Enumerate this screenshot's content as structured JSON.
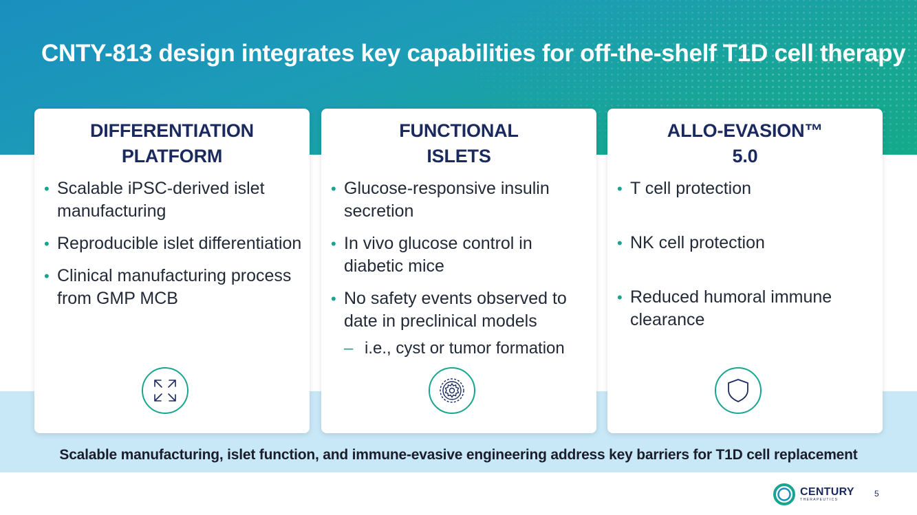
{
  "title": "CNTY-813 design integrates key capabilities for off-the-shelf T1D cell therapy",
  "cards": [
    {
      "title_lines": [
        "DIFFERENTIATION",
        "PLATFORM"
      ],
      "bullets": [
        "Scalable iPSC-derived islet manufacturing",
        "Reproducible islet differentiation",
        "Clinical manufacturing process from GMP MCB"
      ],
      "icon": "expand-arrows-icon"
    },
    {
      "title_lines": [
        "FUNCTIONAL",
        "ISLETS"
      ],
      "bullets": [
        "Glucose-responsive insulin secretion",
        "In vivo glucose control in diabetic mice",
        "No safety events observed to date in preclinical models"
      ],
      "sub_bullet": "i.e., cyst or tumor formation",
      "icon": "gear-cell-icon"
    },
    {
      "title_lines": [
        "ALLO-EVASION™",
        "5.0"
      ],
      "bullets": [
        "T cell protection",
        "NK cell protection",
        "Reduced humoral immune clearance"
      ],
      "icon": "shield-icon"
    }
  ],
  "footer": "Scalable manufacturing, islet function, and immune-evasive engineering address key barriers for T1D cell replacement",
  "logo": {
    "name": "CENTURY",
    "sub": "THERAPEUTICS"
  },
  "page_number": "5",
  "colors": {
    "navy": "#1b2a5e",
    "teal": "#17a58f",
    "blue": "#1a8fbf",
    "light_blue": "#c8e7f7"
  }
}
